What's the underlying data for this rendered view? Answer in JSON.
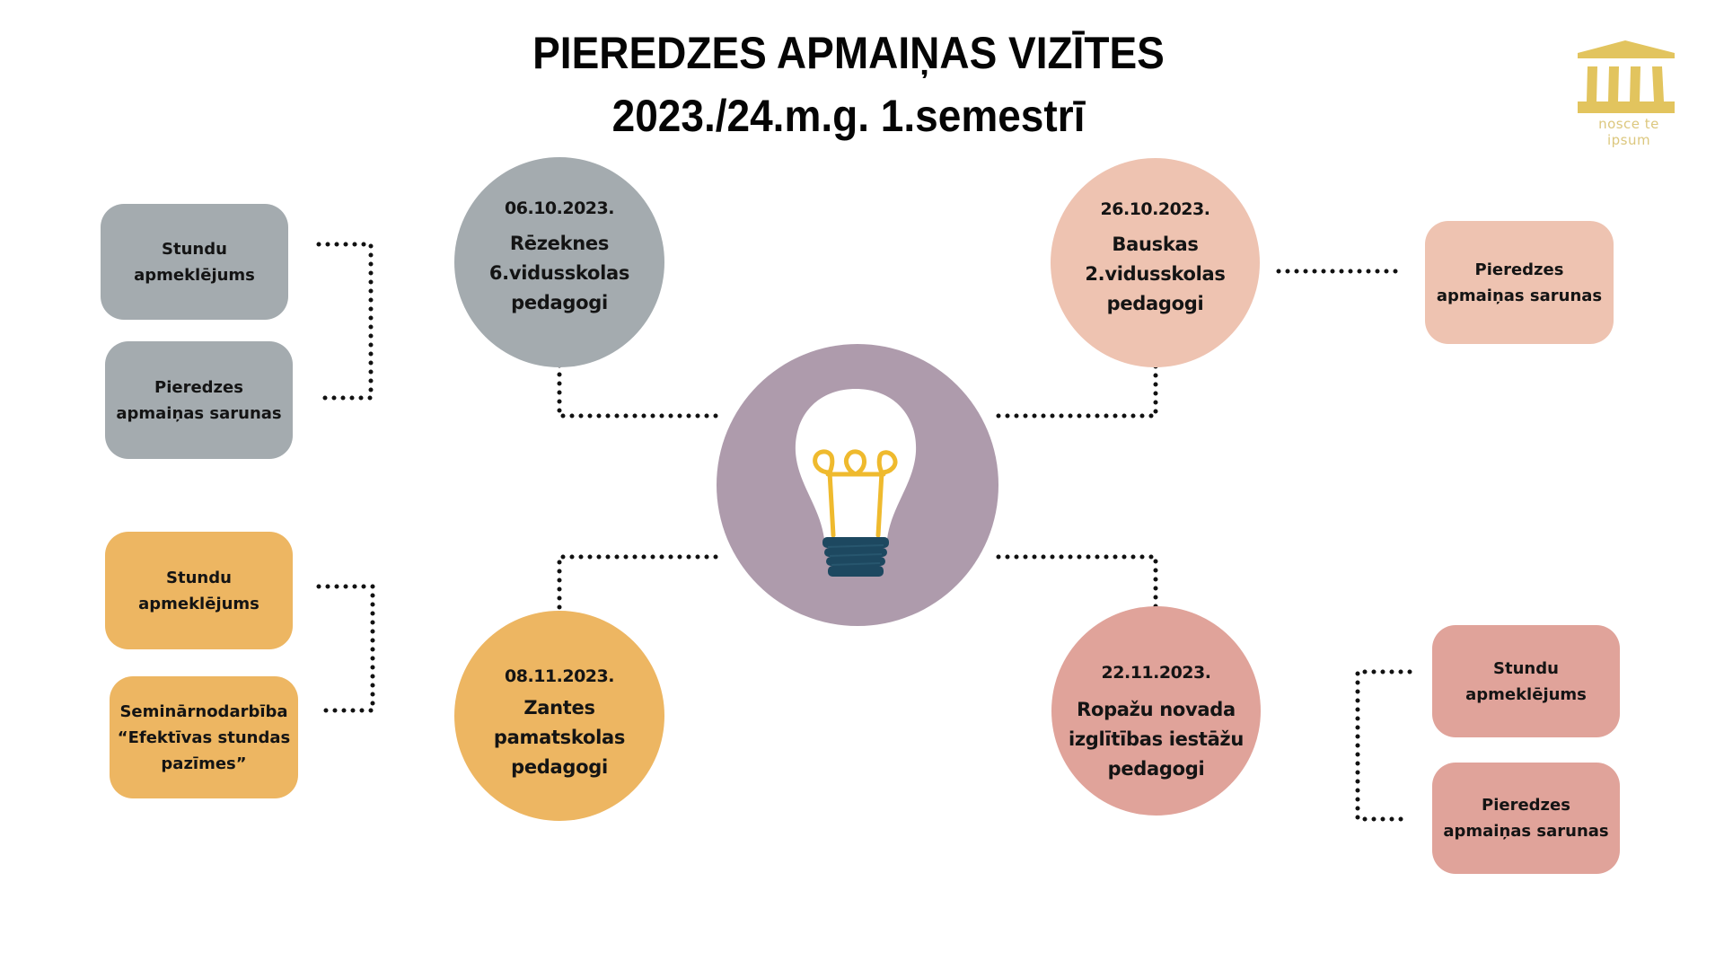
{
  "title": {
    "line1": "PIEREDZES APMAIŅAS VIZĪTES",
    "line2": "2023./24.m.g. 1.semestrī"
  },
  "logo": {
    "icon": "classical-building-icon",
    "text": "nosce te ipsum",
    "color": "#E2C45E"
  },
  "center": {
    "icon": "lightbulb-icon",
    "color": "#AE9BAC"
  },
  "visits": [
    {
      "date": "06.10.2023.",
      "name": "Rēzeknes\n6.vidusskolas\npedagogi",
      "color": "#A4ABAF",
      "activities": [
        "Stundu\napmeklējums",
        "Pieredzes\napmaiņas sarunas"
      ]
    },
    {
      "date": "26.10.2023.",
      "name": "Bauskas\n2.vidusskolas\npedagogi",
      "color": "#EEC3B1",
      "activities": [
        "Pieredzes\napmaiņas sarunas"
      ]
    },
    {
      "date": "08.11.2023.",
      "name": "Zantes\npamatskolas\npedagogi",
      "color": "#EDB662",
      "activities": [
        "Stundu\napmeklējums",
        "Seminārnodarbība\n“Efektīvas stundas\npazīmes”"
      ]
    },
    {
      "date": "22.11.2023.",
      "name": "Ropažu novada\nizglītības iestāžu\npedagogi",
      "color": "#E0A39A",
      "activities": [
        "Stundu\napmeklējums",
        "Pieredzes\napmaiņas sarunas"
      ]
    }
  ]
}
